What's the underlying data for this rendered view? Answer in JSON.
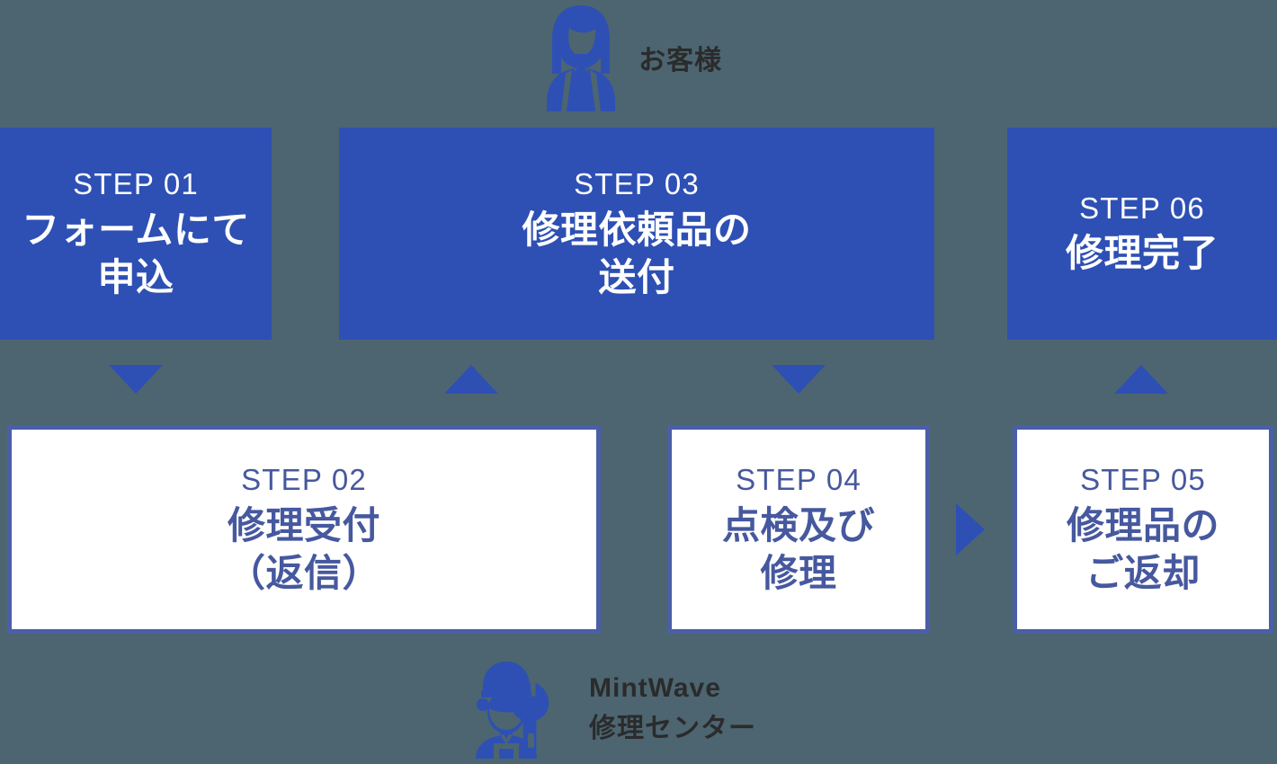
{
  "theme": {
    "background": "#4c6571",
    "primary_blue": "#2e50b4",
    "outline_blue": "#4a5fa8",
    "text_blue": "#46589e",
    "text_dark": "#2b2b2b",
    "box_white": "#ffffff"
  },
  "actors": {
    "customer": {
      "label": "お客様",
      "icon": "customer-person-icon"
    },
    "service_center": {
      "line1": "MintWave",
      "line2": "修理センター",
      "icon": "technician-wrench-icon"
    }
  },
  "steps": [
    {
      "id": "step01",
      "number": "STEP 01",
      "title_line1": "フォームにて",
      "title_line2": "申込",
      "style": "filled",
      "row": "top"
    },
    {
      "id": "step03",
      "number": "STEP 03",
      "title_line1": "修理依頼品の",
      "title_line2": "送付",
      "style": "filled",
      "row": "top"
    },
    {
      "id": "step06",
      "number": "STEP 06",
      "title_line1": "修理完了",
      "title_line2": "",
      "style": "filled",
      "row": "top"
    },
    {
      "id": "step02",
      "number": "STEP 02",
      "title_line1": "修理受付",
      "title_line2": "（返信）",
      "style": "outlined",
      "row": "bottom"
    },
    {
      "id": "step04",
      "number": "STEP 04",
      "title_line1": "点検及び",
      "title_line2": "修理",
      "style": "outlined",
      "row": "bottom"
    },
    {
      "id": "step05",
      "number": "STEP 05",
      "title_line1": "修理品の",
      "title_line2": "ご返却",
      "style": "outlined",
      "row": "bottom"
    }
  ],
  "connectors": [
    {
      "id": "arrow-1to2",
      "direction": "down",
      "from": "STEP 01",
      "to": "STEP 02"
    },
    {
      "id": "arrow-2to3",
      "direction": "up",
      "from": "STEP 02",
      "to": "STEP 03"
    },
    {
      "id": "arrow-3to4",
      "direction": "down",
      "from": "STEP 03",
      "to": "STEP 04"
    },
    {
      "id": "arrow-4to5",
      "direction": "right",
      "from": "STEP 04",
      "to": "STEP 05"
    },
    {
      "id": "arrow-5to6",
      "direction": "up",
      "from": "STEP 05",
      "to": "STEP 06"
    }
  ]
}
